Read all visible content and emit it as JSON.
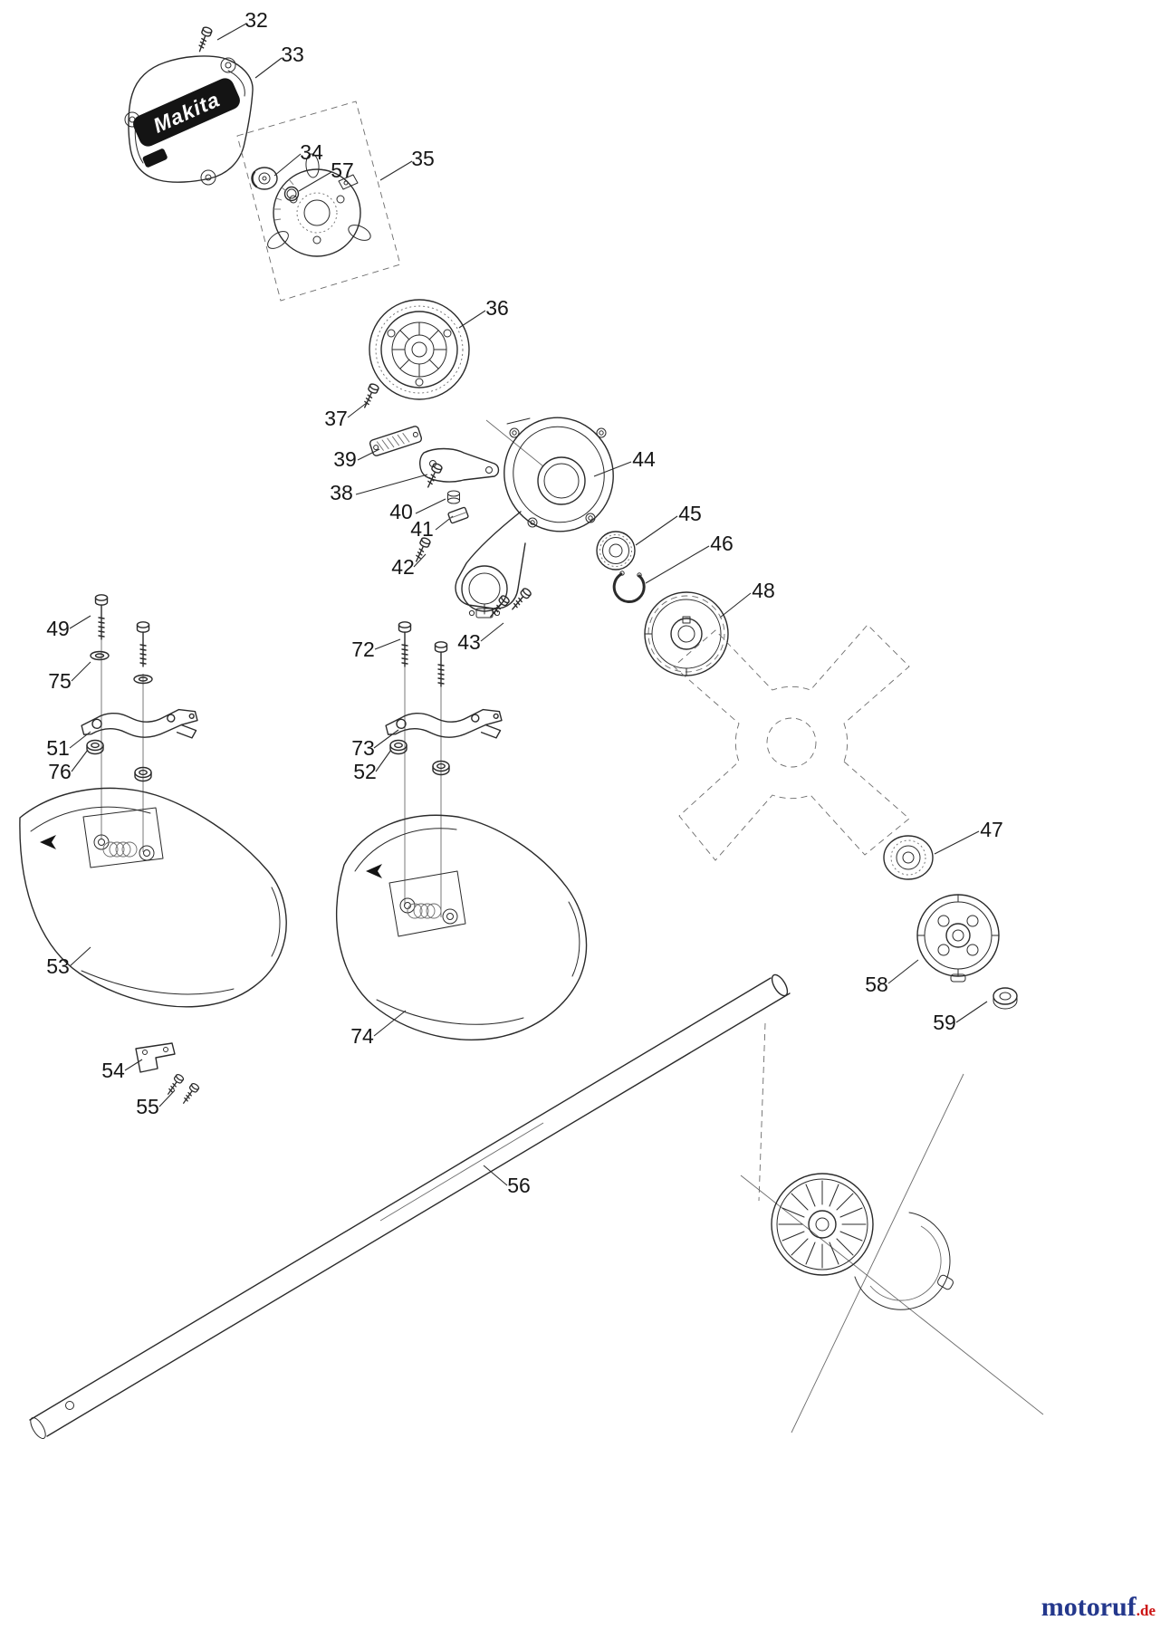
{
  "diagram": {
    "brand_on_cover": "Makita",
    "labels": {
      "l32": "32",
      "l33": "33",
      "l34": "34",
      "l35": "35",
      "l36": "36",
      "l37": "37",
      "l38": "38",
      "l39": "39",
      "l40": "40",
      "l41": "41",
      "l42": "42",
      "l43": "43",
      "l44": "44",
      "l45": "45",
      "l46": "46",
      "l47": "47",
      "l48": "48",
      "l49": "49",
      "l51": "51",
      "l52": "52",
      "l53": "53",
      "l54": "54",
      "l55": "55",
      "l56": "56",
      "l57": "57",
      "l58": "58",
      "l59": "59",
      "l72": "72",
      "l73": "73",
      "l74": "74",
      "l75": "75",
      "l76": "76"
    }
  },
  "watermark": {
    "brand": "motoruf",
    "suffix": ".de",
    "brand_color": "#24388c",
    "suffix_color": "#cc1414"
  }
}
